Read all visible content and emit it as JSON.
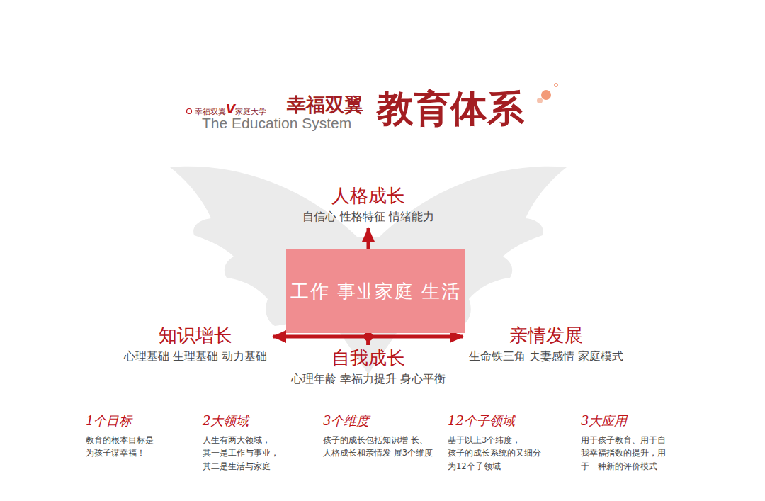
{
  "diagram": {
    "title": "教育体系",
    "nodes": [
      {
        "text": [
          "人格成长",
          "自信心 性格特征 情绪能力"
        ]
      },
      {
        "text": [
          "工作 事业"
        ]
      },
      {
        "text": [
          "家庭 生活"
        ]
      },
      {
        "text": [
          "知识增长",
          "心理基础 生理基础 动力基础"
        ]
      },
      {
        "text": [
          "自我成长",
          "心理年龄 幸福力提升 身心平衡"
        ]
      },
      {
        "text": [
          "亲情发展",
          "生命铁三角 夫妻感情 家庭模式"
        ]
      }
    ],
    "edges": [
      {
        "from": 4,
        "to": 0,
        "arrow": "to"
      },
      {
        "from": 4,
        "to": 3,
        "arrow": "to"
      },
      {
        "from": 4,
        "to": 5,
        "arrow": "to"
      }
    ],
    "labels": [
      "幸福双翼",
      "V",
      "家庭大学",
      "幸福双翼",
      "The Education System",
      "1个目标",
      "教育的根本目标是 为孩子谋幸福！",
      "2大领域",
      "人生有两大领域， 其一是工作与事业， 其二是生活与家庭",
      "3个维度",
      "孩子的成长包括知识增 长、人格成长和亲情发 展3个维度",
      "12个子领域",
      "基于以上3个纬度， 孩子的成长系统的又细分 为12个子领域",
      "3大应用",
      "用于孩子教育、用于自 我幸福指数的提升，用 于一种新的评价模式"
    ]
  }
}
